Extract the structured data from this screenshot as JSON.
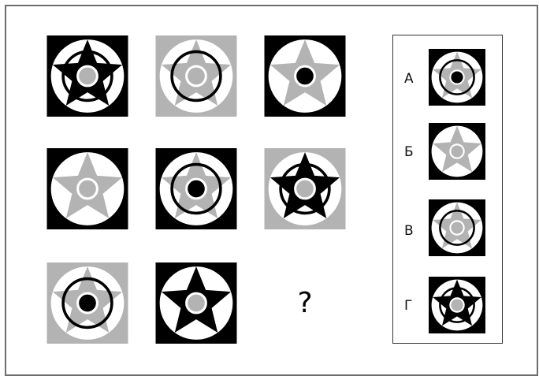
{
  "puzzle": {
    "question_mark": "?",
    "colors": {
      "black": "#000000",
      "gray": "#b3b3b3",
      "white": "#ffffff"
    },
    "grid": [
      {
        "id": "r1c1",
        "bg": "black",
        "circle": "white",
        "star": "black",
        "ring": true,
        "center": "gray"
      },
      {
        "id": "r1c2",
        "bg": "gray",
        "circle": "white",
        "star": "gray",
        "ring": true,
        "center": "gray"
      },
      {
        "id": "r1c3",
        "bg": "black",
        "circle": "white",
        "star": "gray",
        "ring": false,
        "center": "black"
      },
      {
        "id": "r2c1",
        "bg": "black",
        "circle": "white",
        "star": "gray",
        "ring": false,
        "center": "gray"
      },
      {
        "id": "r2c2",
        "bg": "black",
        "circle": "white",
        "star": "gray",
        "ring": true,
        "center": "black"
      },
      {
        "id": "r2c3",
        "bg": "gray",
        "circle": "white",
        "star": "black",
        "ring": true,
        "center": "gray"
      },
      {
        "id": "r3c1",
        "bg": "gray",
        "circle": "white",
        "star": "gray",
        "ring": true,
        "center": "black"
      },
      {
        "id": "r3c2",
        "bg": "black",
        "circle": "white",
        "star": "black",
        "ring": false,
        "center": "gray"
      }
    ],
    "options": [
      {
        "label": "А",
        "bg": "black",
        "circle": "white",
        "star": "gray",
        "ring": true,
        "center": "black"
      },
      {
        "label": "Б",
        "bg": "black",
        "circle": "white",
        "star": "gray",
        "ring": false,
        "center": "gray"
      },
      {
        "label": "В",
        "bg": "black",
        "circle": "white",
        "star": "gray",
        "ring": true,
        "center": "gray"
      },
      {
        "label": "Г",
        "bg": "black",
        "circle": "white",
        "star": "black",
        "ring": true,
        "center": "gray"
      }
    ]
  }
}
